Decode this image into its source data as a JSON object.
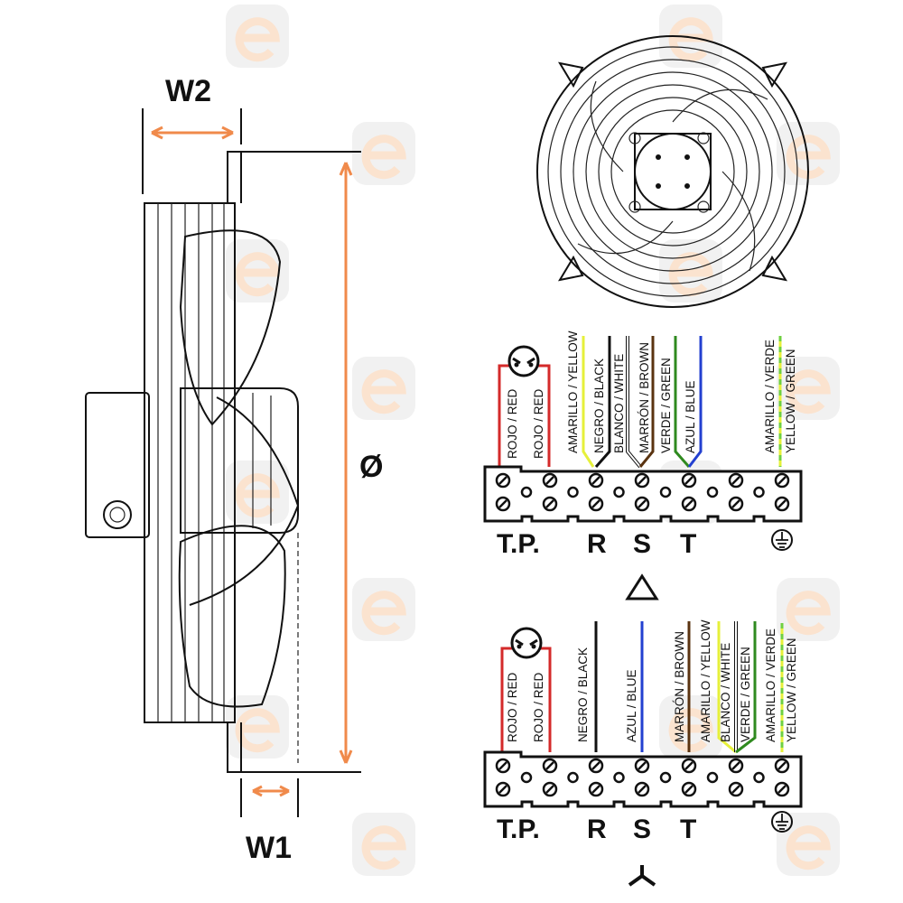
{
  "watermark": "eunasa",
  "dimensions": {
    "w2": "W2",
    "w1": "W1",
    "diameter": "Ø"
  },
  "colors": {
    "red": "#d42a2a",
    "yellow": "#e6f03a",
    "black": "#111111",
    "white": "#ffffff",
    "brown": "#5a3310",
    "green": "#2f8a1f",
    "blue": "#2340d0",
    "accent": "#f08a4b"
  },
  "delta_diagram": {
    "symbol": "delta",
    "wires": [
      "ROJO / RED",
      "ROJO / RED",
      "AMARILLO / YELLOW",
      "NEGRO / BLACK",
      "BLANCO / WHITE",
      "MARRÓN / BROWN",
      "VERDE / GREEN",
      "AZUL / BLUE",
      "AMARILLO / VERDE",
      "YELLOW / GREEN"
    ],
    "terminals": {
      "tp": "T.P.",
      "r": "R",
      "s": "S",
      "t": "T",
      "ground": "ground"
    }
  },
  "star_diagram": {
    "symbol": "star",
    "wires": [
      "ROJO / RED",
      "ROJO / RED",
      "NEGRO / BLACK",
      "AZUL / BLUE",
      "MARRÓN / BROWN",
      "AMARILLO / YELLOW",
      "BLANCO / WHITE",
      "VERDE / GREEN",
      "AMARILLO / VERDE",
      "YELLOW / GREEN"
    ],
    "terminals": {
      "tp": "T.P.",
      "r": "R",
      "s": "S",
      "t": "T",
      "ground": "ground"
    }
  }
}
